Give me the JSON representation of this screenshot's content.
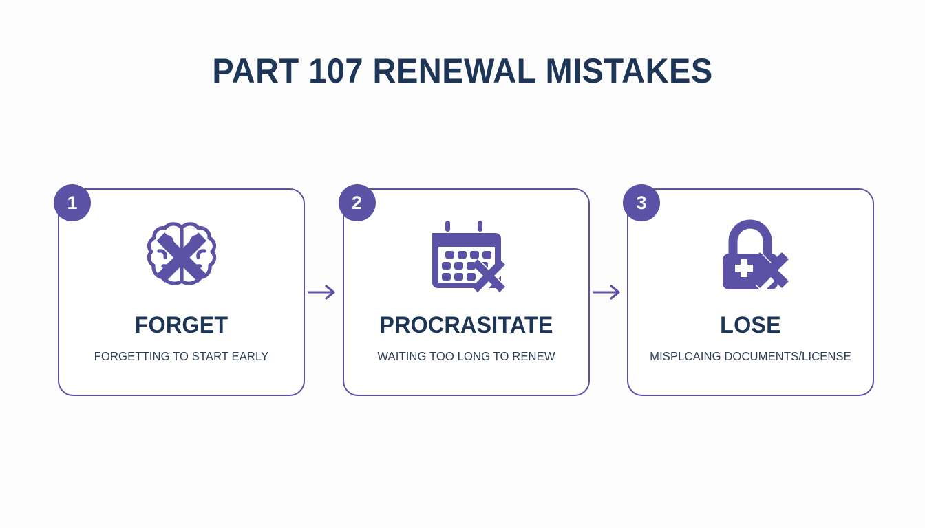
{
  "page": {
    "title": "PART 107 RENEWAL MISTAKES",
    "background_color": "#fdfdfe",
    "accent_purple": "#5b51a5",
    "heading_navy": "#1d3557"
  },
  "cards": [
    {
      "number": "1",
      "icon": "brain-x-icon",
      "heading": "FORGET",
      "subheading": "FORGETTING TO START EARLY"
    },
    {
      "number": "2",
      "icon": "calendar-x-icon",
      "heading": "PROCRASITATE",
      "subheading": "WAITING TOO LONG TO RENEW"
    },
    {
      "number": "3",
      "icon": "lock-x-icon",
      "heading": "LOSE",
      "subheading": "MISPLCAING DOCUMENTS/LICENSE"
    }
  ],
  "connectors": [
    {
      "icon": "arrow-right-icon"
    },
    {
      "icon": "arrow-right-icon"
    }
  ]
}
